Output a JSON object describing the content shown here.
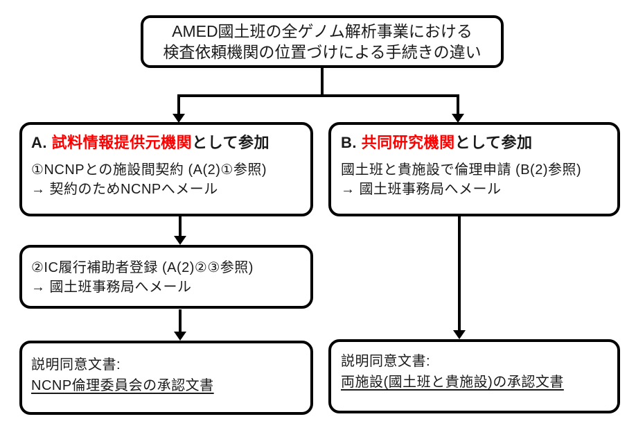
{
  "colors": {
    "highlight_red": "#ff0000",
    "ink": "#1a1a1a",
    "line": "#000000",
    "background": "#ffffff"
  },
  "title": {
    "line1": "AMED國土班の全ゲノム解析事業における",
    "line2": "検査依頼機関の位置づけによる手続きの違い"
  },
  "branch_a": {
    "header": {
      "prefix": "A. ",
      "highlight": "試料情報提供元機関",
      "suffix": "として参加"
    },
    "step1": {
      "line1": "①NCNPとの施設間契約 (A(2)①参照)",
      "line2": "→ 契約のためNCNPへメール"
    },
    "step2": {
      "line1": "②IC履行補助者登録 (A(2)②③参照)",
      "line2": "→ 國土班事務局へメール"
    },
    "consent": {
      "label": "説明同意文書:",
      "document": "NCNP倫理委員会の承認文書"
    }
  },
  "branch_b": {
    "header": {
      "prefix": "B. ",
      "highlight": "共同研究機関",
      "suffix": "として参加"
    },
    "step1": {
      "line1": "國土班と貴施設で倫理申請 (B(2)参照)",
      "line2": "→ 國土班事務局へメール"
    },
    "consent": {
      "label": "説明同意文書:",
      "document": "両施設(國土班と貴施設)の承認文書"
    }
  }
}
